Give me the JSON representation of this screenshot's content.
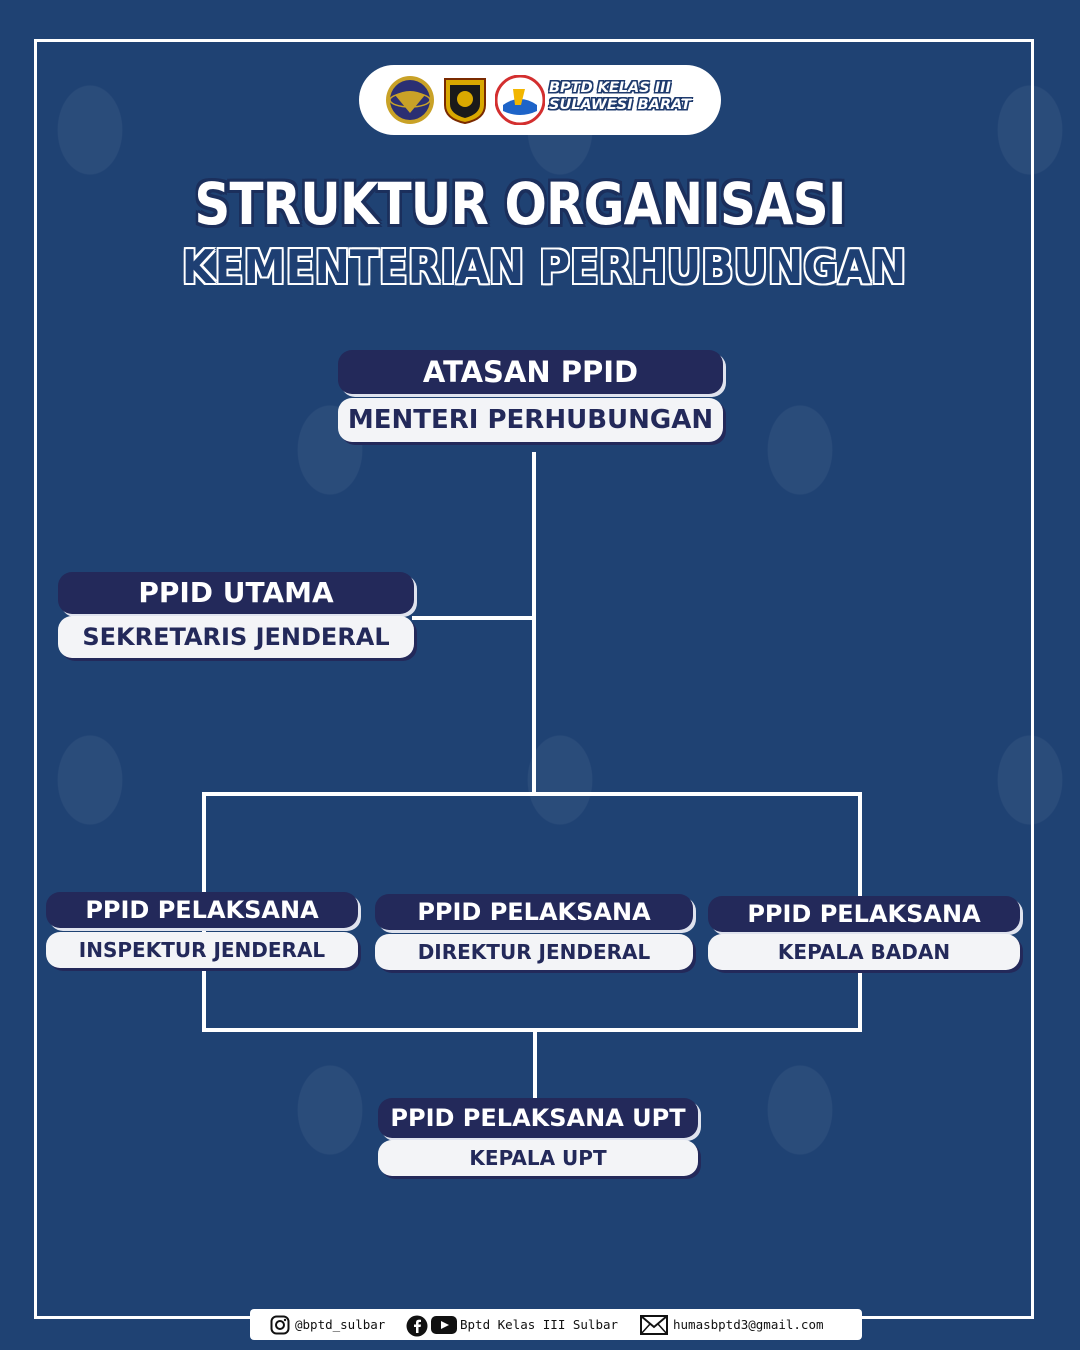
{
  "header": {
    "logo_text_line1": "BPTD KELAS III",
    "logo_text_line2": "SULAWESI BARAT",
    "title_line1": "STRUKTUR ORGANISASI",
    "title_line2": "KEMENTERIAN PERHUBUNGAN"
  },
  "nodes": {
    "atasan": {
      "role": "ATASAN PPID",
      "holder": "MENTERI PERHUBUNGAN"
    },
    "utama": {
      "role": "PPID UTAMA",
      "holder": "SEKRETARIS JENDERAL"
    },
    "pelaksana_1": {
      "role": "PPID PELAKSANA",
      "holder": "INSPEKTUR JENDERAL"
    },
    "pelaksana_2": {
      "role": "PPID PELAKSANA",
      "holder": "DIREKTUR JENDERAL"
    },
    "pelaksana_3": {
      "role": "PPID PELAKSANA",
      "holder": "KEPALA BADAN"
    },
    "upt": {
      "role": "PPID PELAKSANA UPT",
      "holder": "KEPALA UPT"
    }
  },
  "footer": {
    "instagram": "@bptd_sulbar",
    "facebook_youtube": "Bptd Kelas III Sulbar",
    "email": "humasbptd3@gmail.com"
  },
  "colors": {
    "background": "#1f4273",
    "navy_box": "#23295a",
    "light_box": "#f3f4f7"
  }
}
